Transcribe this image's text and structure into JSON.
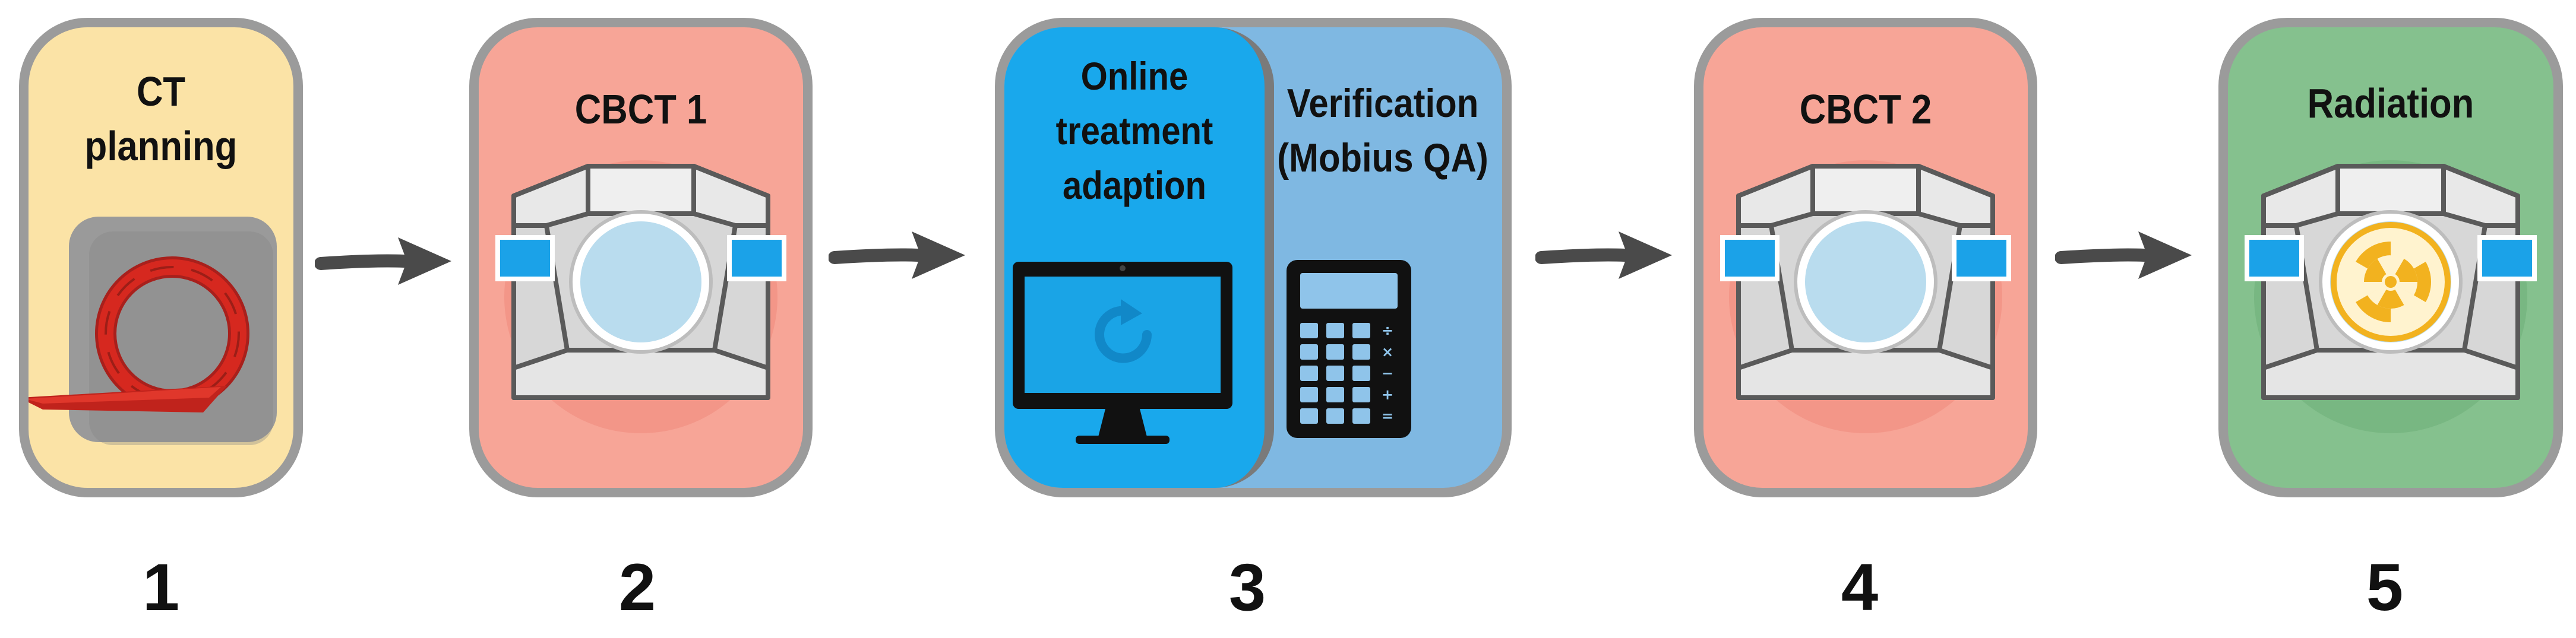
{
  "steps": [
    {
      "number": "1",
      "title": "CT\nplanning",
      "icon": "ct-scanner-icon",
      "color": "#fbe3a6"
    },
    {
      "number": "2",
      "title": "CBCT 1",
      "icon": "linac-gantry-icon",
      "color": "#f7a597"
    },
    {
      "number": "3",
      "left_panel": {
        "title": "Online\ntreatment\nadaption",
        "icon": "monitor-refresh-icon",
        "color": "#19a8ec"
      },
      "right_panel": {
        "title": "Verification\n(Mobius QA)",
        "icon": "calculator-icon",
        "color": "#7fb8e2"
      },
      "calculator_keys": [
        "÷",
        "×",
        "−",
        "+",
        "="
      ]
    },
    {
      "number": "4",
      "title": "CBCT 2",
      "icon": "linac-gantry-icon",
      "color": "#f7a597"
    },
    {
      "number": "5",
      "title": "Radiation",
      "icon": "radiation-gantry-icon",
      "color": "#85c18e"
    }
  ],
  "arrow_color": "#4a4a4a",
  "border_color": "#9b9b9b"
}
